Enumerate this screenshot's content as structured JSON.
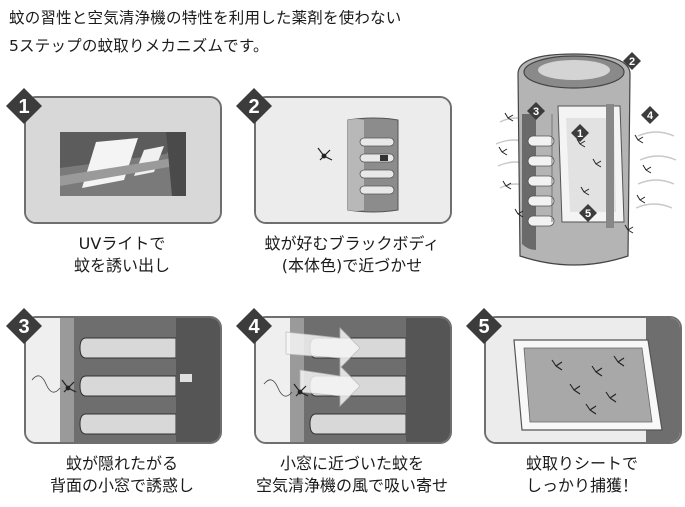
{
  "intro": {
    "line1": "蚊の習性と空気清浄機の特性を利用した薬剤を使わない",
    "line2": "5ステップの蚊取りメカニズムです。"
  },
  "steps": [
    {
      "number": "1",
      "caption_line1": "UVライトで",
      "caption_line2": "蚊を誘い出し"
    },
    {
      "number": "2",
      "caption_line1": "蚊が好むブラックボディ",
      "caption_line2": "(本体色)で近づかせ"
    },
    {
      "number": "3",
      "caption_line1": "蚊が隠れたがる",
      "caption_line2": "背面の小窓で誘惑し"
    },
    {
      "number": "4",
      "caption_line1": "小窓に近づいた蚊を",
      "caption_line2": "空気清浄機の風で吸い寄せ"
    },
    {
      "number": "5",
      "caption_line1": "蚊取りシートで",
      "caption_line2": "しっかり捕獲！"
    }
  ],
  "hero_labels": [
    "1",
    "2",
    "3",
    "4",
    "5"
  ],
  "colors": {
    "panel_border": "#6f6f6f",
    "panel_fill": "#d8d8d8",
    "badge": "#3c3c3c",
    "badge_text": "#ffffff"
  }
}
